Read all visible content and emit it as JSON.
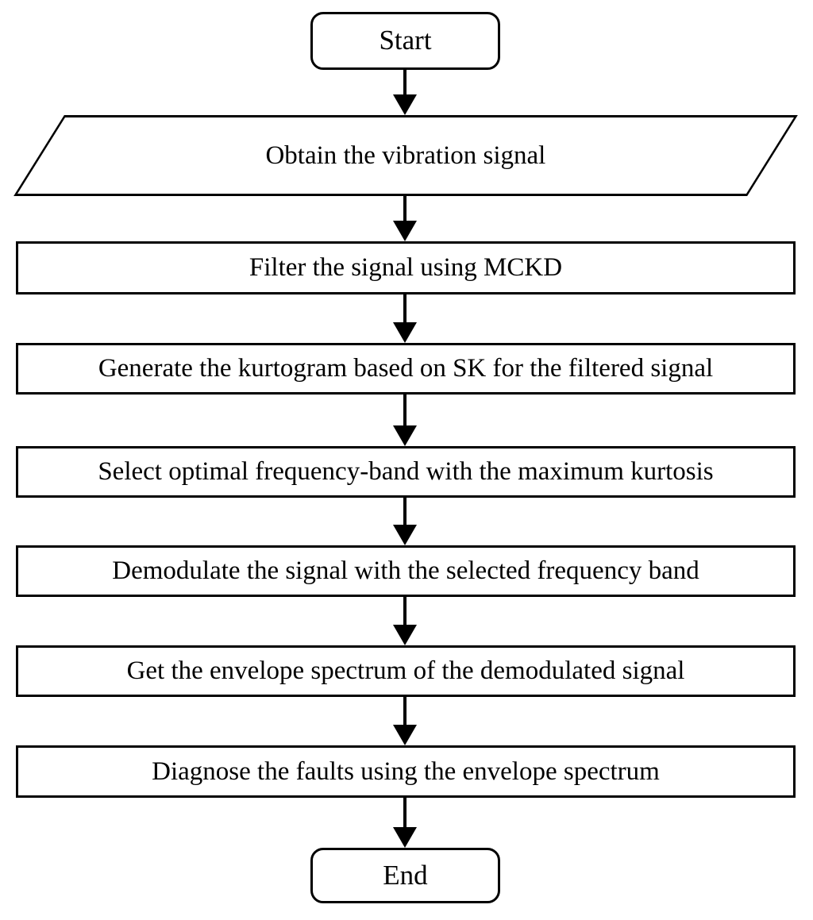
{
  "diagram": {
    "type": "flowchart",
    "background_color": "#ffffff",
    "stroke_color": "#000000",
    "text_color": "#000000",
    "nodes": [
      {
        "id": "start",
        "shape": "rounded-rectangle",
        "label": "Start"
      },
      {
        "id": "obtain-signal",
        "shape": "parallelogram",
        "label": "Obtain the vibration signal"
      },
      {
        "id": "filter-mckd",
        "shape": "rectangle",
        "label": "Filter the signal using MCKD"
      },
      {
        "id": "generate-kurtogram",
        "shape": "rectangle",
        "label": "Generate the kurtogram based on SK for the filtered signal"
      },
      {
        "id": "select-band",
        "shape": "rectangle",
        "label": "Select optimal frequency-band with the maximum kurtosis"
      },
      {
        "id": "demodulate",
        "shape": "rectangle",
        "label": "Demodulate the signal with the selected frequency band"
      },
      {
        "id": "envelope-spectrum",
        "shape": "rectangle",
        "label": "Get the envelope spectrum of the demodulated signal"
      },
      {
        "id": "diagnose",
        "shape": "rectangle",
        "label": "Diagnose the faults using the envelope spectrum"
      },
      {
        "id": "end",
        "shape": "rounded-rectangle",
        "label": "End"
      }
    ],
    "edges": [
      {
        "from": "start",
        "to": "obtain-signal"
      },
      {
        "from": "obtain-signal",
        "to": "filter-mckd"
      },
      {
        "from": "filter-mckd",
        "to": "generate-kurtogram"
      },
      {
        "from": "generate-kurtogram",
        "to": "select-band"
      },
      {
        "from": "select-band",
        "to": "demodulate"
      },
      {
        "from": "demodulate",
        "to": "envelope-spectrum"
      },
      {
        "from": "envelope-spectrum",
        "to": "diagnose"
      },
      {
        "from": "diagnose",
        "to": "end"
      }
    ]
  }
}
